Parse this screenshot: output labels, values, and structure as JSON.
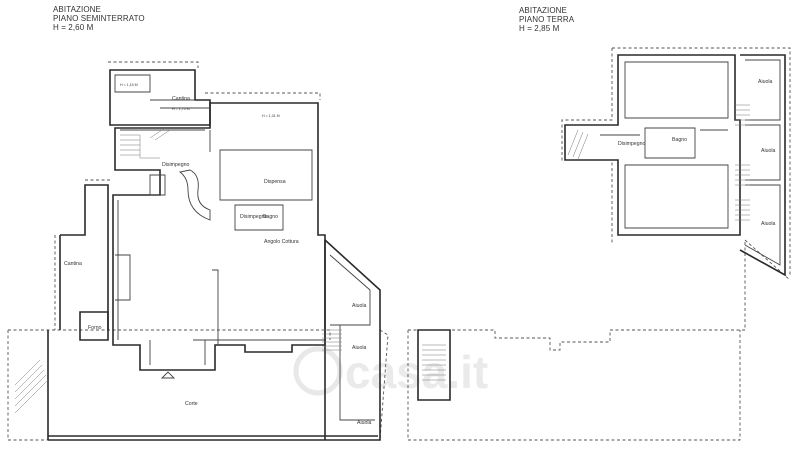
{
  "plans": {
    "basement": {
      "title": "ABITAZIONE",
      "level": "PIANO SEMINTERRATO",
      "height": "H = 2,60 M"
    },
    "ground": {
      "title": "ABITAZIONE",
      "level": "PIANO TERRA",
      "height": "H = 2,85 M"
    }
  },
  "rooms": {
    "cantina_top": "Cantina",
    "cantina_top_h": "H = 1,15 M",
    "cantina_h2": "H = 1,75 M",
    "room_h3": "H = 1,31 M",
    "disimpegno_1": "Disimpegno",
    "dispensa": "Dispensa",
    "disimpegno_2": "Disimpegno",
    "bagno_b": "Bagno",
    "angolo_cottura": "Angolo Cottura",
    "cantina_left": "Cantina",
    "forno": "Forno",
    "aiuola_b1": "Aiuola",
    "aiuola_b2": "Aiuola",
    "aiuola_b3": "Aiuola",
    "corte": "Corte",
    "disimpegno_g": "Disimpegno",
    "bagno_g": "Bagno",
    "aiuola_g1": "Aiuola",
    "aiuola_g2": "Aiuola",
    "aiuola_g3": "Aiuola"
  },
  "watermark": "casa.it"
}
